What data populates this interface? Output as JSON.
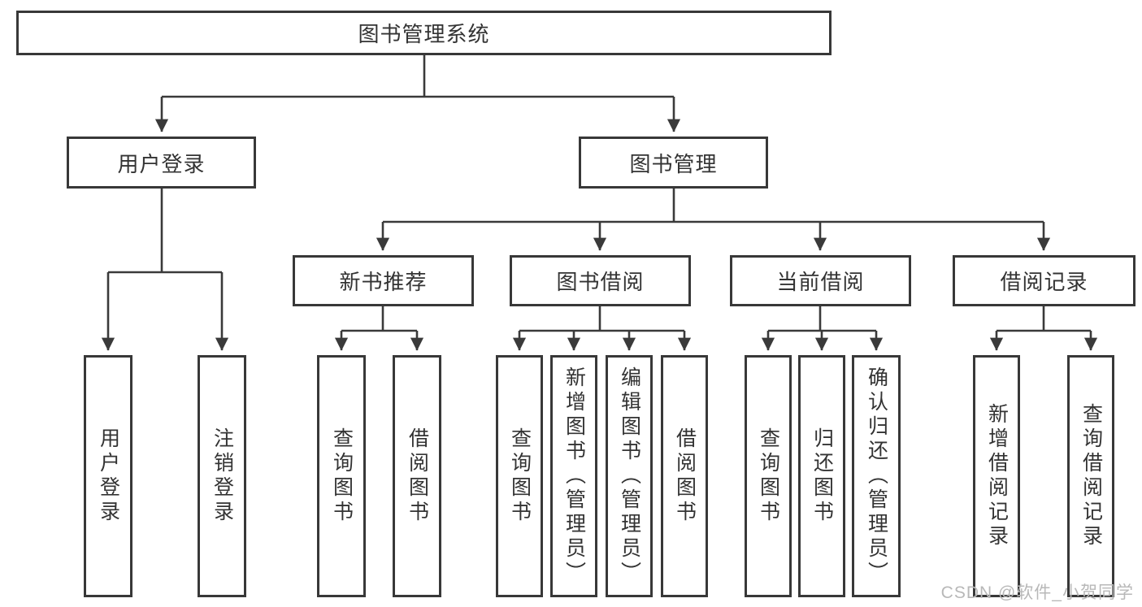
{
  "tree": {
    "root": {
      "label": "图书管理系统",
      "children": [
        {
          "label": "用户登录",
          "children": [
            {
              "label": "用户登录"
            },
            {
              "label": "注销登录"
            }
          ]
        },
        {
          "label": "图书管理",
          "children": [
            {
              "label": "新书推荐",
              "children": [
                {
                  "label": "查询图书"
                },
                {
                  "label": "借阅图书"
                }
              ]
            },
            {
              "label": "图书借阅",
              "children": [
                {
                  "label": "查询图书"
                },
                {
                  "label": "新增图书（管理员）"
                },
                {
                  "label": "编辑图书（管理员）"
                },
                {
                  "label": "借阅图书"
                }
              ]
            },
            {
              "label": "当前借阅",
              "children": [
                {
                  "label": "查询图书"
                },
                {
                  "label": "归还图书"
                },
                {
                  "label": "确认归还（管理员）"
                }
              ]
            },
            {
              "label": "借阅记录",
              "children": [
                {
                  "label": "新增借阅记录"
                },
                {
                  "label": "查询借阅记录"
                }
              ]
            }
          ]
        }
      ]
    }
  },
  "watermark": {
    "text": "CSDN @软件_小贺同学"
  },
  "colors": {
    "background": "#ffffff",
    "border": "#383838",
    "line": "#3a3a3a",
    "text": "#333333",
    "watermark": "#b8b8b8"
  }
}
